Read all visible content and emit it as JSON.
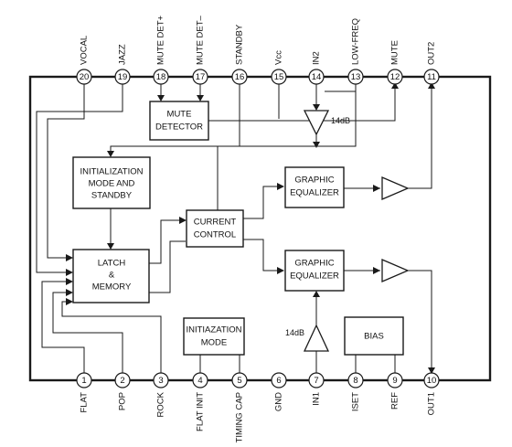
{
  "pins": [
    {
      "num": "1",
      "label": "FLAT"
    },
    {
      "num": "2",
      "label": "POP"
    },
    {
      "num": "3",
      "label": "ROCK"
    },
    {
      "num": "4",
      "label": "FLAT INIT"
    },
    {
      "num": "5",
      "label": "TIMING CAP"
    },
    {
      "num": "6",
      "label": "GND"
    },
    {
      "num": "7",
      "label": "IN1"
    },
    {
      "num": "8",
      "label": "ISET"
    },
    {
      "num": "9",
      "label": "REF"
    },
    {
      "num": "10",
      "label": "OUT1"
    },
    {
      "num": "11",
      "label": "OUT2"
    },
    {
      "num": "12",
      "label": "MUTE"
    },
    {
      "num": "13",
      "label": "LOW-FREQ"
    },
    {
      "num": "14",
      "label": "IN2"
    },
    {
      "num": "15",
      "label": "Vcc"
    },
    {
      "num": "16",
      "label": "STANDBY"
    },
    {
      "num": "17",
      "label": "MUTE DET–"
    },
    {
      "num": "18",
      "label": "MUTE DET+"
    },
    {
      "num": "19",
      "label": "JAZZ"
    },
    {
      "num": "20",
      "label": "VOCAL"
    }
  ],
  "blocks": {
    "mute_detector": [
      "MUTE",
      "DETECTOR"
    ],
    "init_standby": [
      "INITIALIZATION",
      "MODE AND",
      "STANDBY"
    ],
    "latch_memory": [
      "LATCH",
      "&",
      "MEMORY"
    ],
    "current_control": [
      "CURRENT",
      "CONTROL"
    ],
    "geq_top": [
      "GRAPHIC",
      "EQUALIZER"
    ],
    "geq_bottom": [
      "GRAPHIC",
      "EQUALIZER"
    ],
    "init_mode": [
      "INITIAZATION",
      "MODE"
    ],
    "bias": "BIAS"
  },
  "gains": {
    "top_amp": "14dB",
    "bottom_amp": "14dB"
  }
}
